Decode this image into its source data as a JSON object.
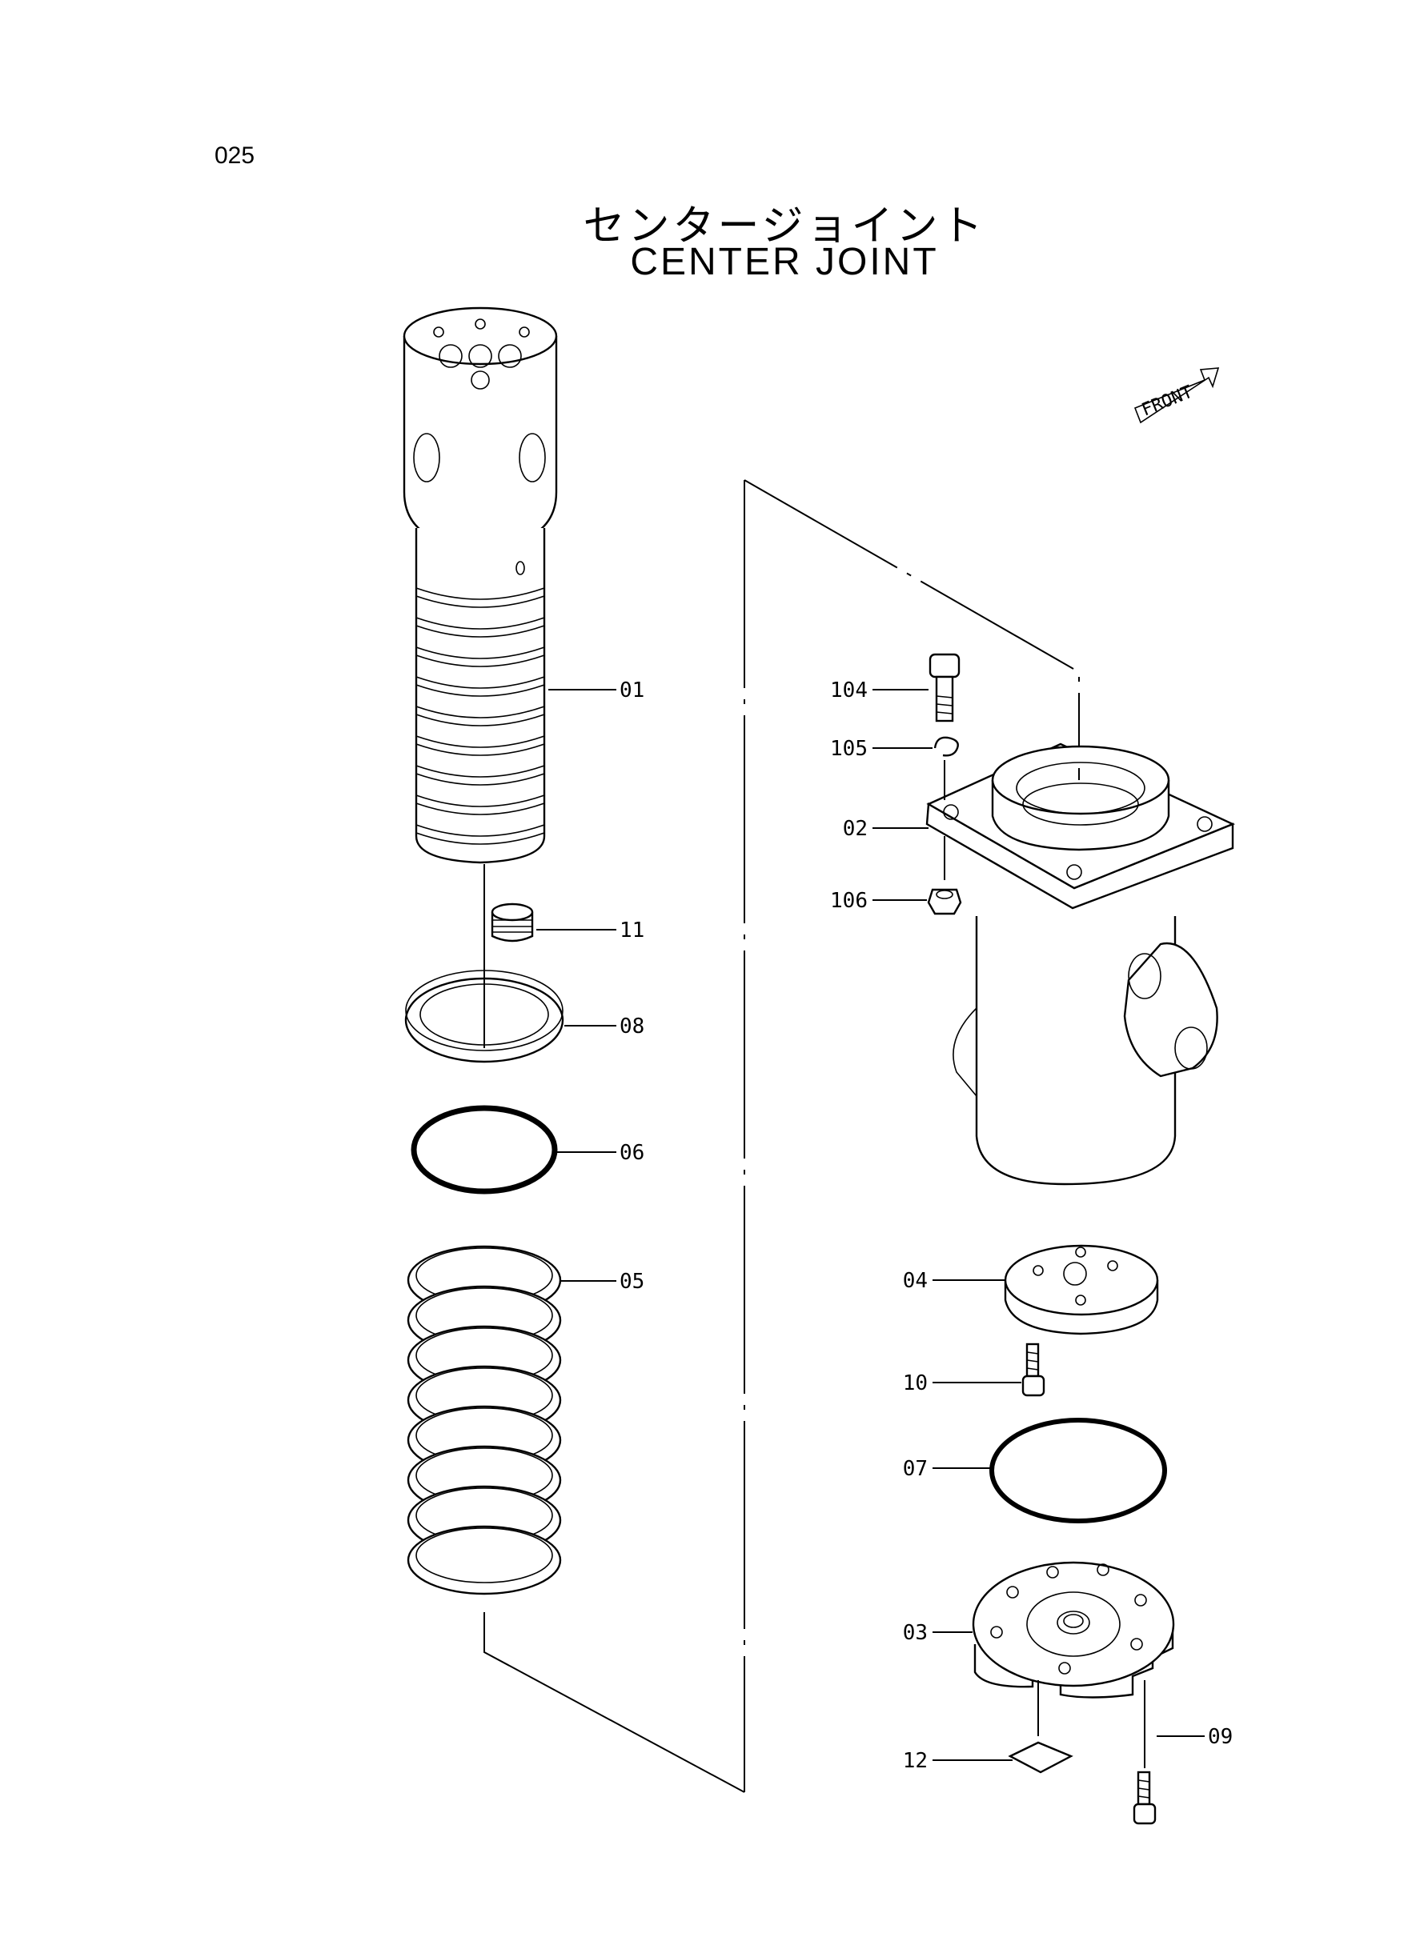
{
  "page_number": "025",
  "title": {
    "japanese": "センタージョイント",
    "english": "CENTER  JOINT"
  },
  "front_marker": "FRONT",
  "parts": [
    {
      "id": "01"
    },
    {
      "id": "11"
    },
    {
      "id": "08"
    },
    {
      "id": "06"
    },
    {
      "id": "05"
    },
    {
      "id": "104"
    },
    {
      "id": "105"
    },
    {
      "id": "02"
    },
    {
      "id": "106"
    },
    {
      "id": "04"
    },
    {
      "id": "10"
    },
    {
      "id": "07"
    },
    {
      "id": "03"
    },
    {
      "id": "12"
    },
    {
      "id": "09"
    }
  ]
}
